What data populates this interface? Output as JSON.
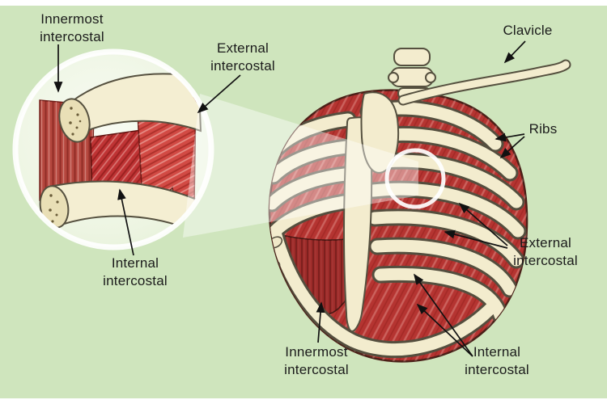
{
  "labels": {
    "innermost_top": "Innermost\nintercostal",
    "external_top": "External\nintercostal",
    "clavicle": "Clavicle",
    "ribs": "Ribs",
    "external_right": "External\nintercostal",
    "internal_left": "Internal\nintercostal",
    "innermost_bottom": "Innermost\nintercostal",
    "internal_right": "Internal\nintercostal"
  },
  "colors": {
    "background_strip": "#ffffff",
    "canvas_green": "#cfe5bd",
    "muscle_red": "#b53431",
    "muscle_red_bright": "#d24a44",
    "muscle_red_dark": "#9e2c2a",
    "bone_cream": "#f3ecce",
    "bone_outline": "#55503f",
    "text": "#1b1b1b",
    "arrow": "#111111",
    "inset_fill": "#eef6e6",
    "beam_white": "rgba(255,255,255,0.42)"
  }
}
